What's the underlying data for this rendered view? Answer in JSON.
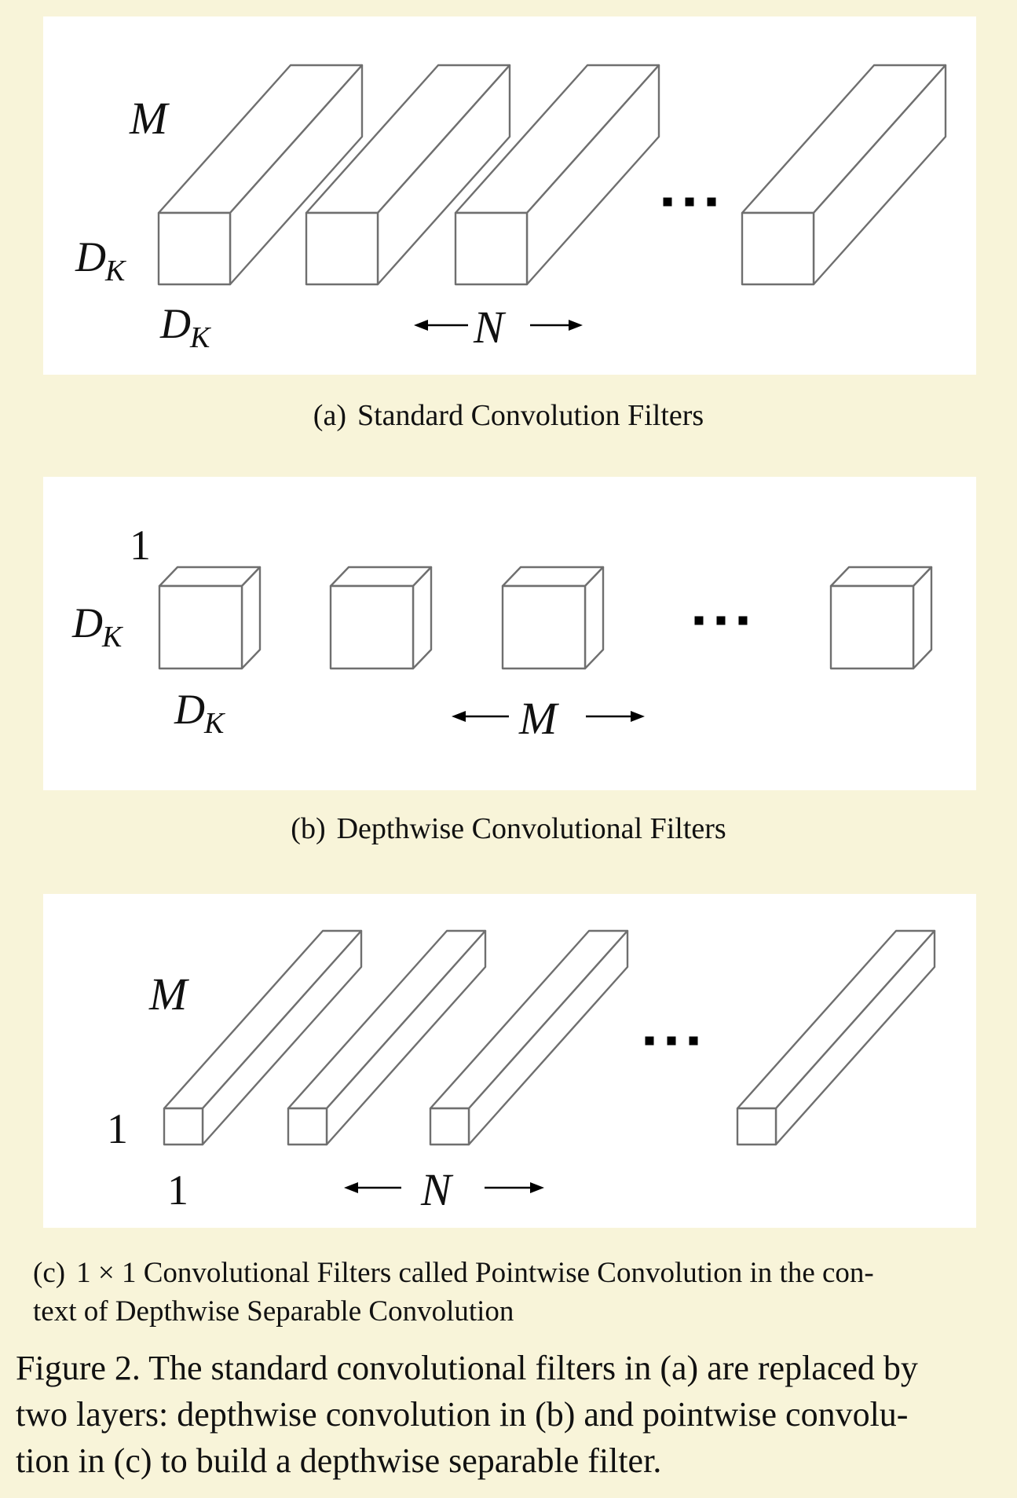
{
  "figure": {
    "panels": [
      {
        "id": "a",
        "tag": "(a)",
        "caption": "Standard Convolution Filters",
        "filter_count_label": "N",
        "depth_label": "M",
        "height_label": "D",
        "height_label_sub": "K",
        "width_label": "D",
        "width_label_sub": "K",
        "ellipsis": "...",
        "visible_filters": 4
      },
      {
        "id": "b",
        "tag": "(b)",
        "caption": "Depthwise Convolutional Filters",
        "filter_count_label": "M",
        "depth_label": "1",
        "height_label": "D",
        "height_label_sub": "K",
        "width_label": "D",
        "width_label_sub": "K",
        "ellipsis": "...",
        "visible_filters": 4
      },
      {
        "id": "c",
        "tag": "(c)",
        "caption_line1": "1 × 1 Convolutional Filters called Pointwise Convolution in the con-",
        "caption_line2": "text of Depthwise Separable Convolution",
        "filter_count_label": "N",
        "depth_label": "M",
        "height_label": "1",
        "width_label": "1",
        "ellipsis": "...",
        "visible_filters": 4
      }
    ],
    "caption_lines": [
      "Figure 2. The standard convolutional filters in (a) are replaced by",
      "two layers:  depthwise convolution in (b) and pointwise convolu-",
      "tion in (c) to build a depthwise separable filter."
    ]
  },
  "colors": {
    "background": "#f8f4d9",
    "panel": "#ffffff",
    "edge": "#6f6f6f"
  }
}
